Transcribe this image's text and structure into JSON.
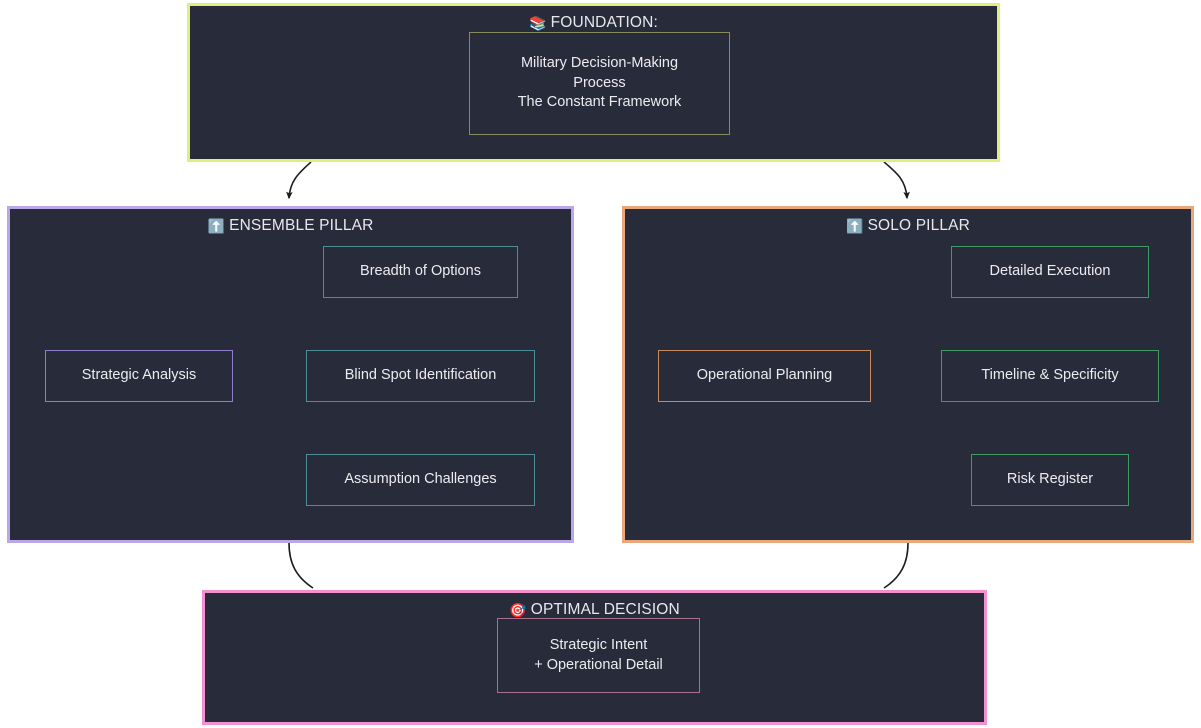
{
  "diagram": {
    "title_hidden": "",
    "background": "#ffffff",
    "node_fill": "#282b3a",
    "clusters": [
      {
        "id": "foundation",
        "icon": "books-icon",
        "icon_glyph": "📚",
        "label": "FOUNDATION:",
        "border_color": "#dcf07e",
        "node": {
          "id": "foundation-node",
          "border_color": "#878a5c",
          "lines": [
            "Military Decision-Making",
            "Process",
            "The Constant Framework"
          ]
        }
      },
      {
        "id": "ensemble",
        "icon": "up-arrow-icon",
        "icon_glyph": "⬆️",
        "label": "ENSEMBLE PILLAR",
        "border_color": "#b9a7e8",
        "nodes": [
          {
            "id": "strategic-analysis",
            "label": "Strategic Analysis",
            "border_color": "#8d7fc9"
          },
          {
            "id": "breadth-of-options",
            "label": "Breadth of Options",
            "border_color": "#4d8d97"
          },
          {
            "id": "blind-spot-identification",
            "label": "Blind Spot Identification",
            "border_color": "#4d8d97"
          },
          {
            "id": "assumption-challenges",
            "label": "Assumption Challenges",
            "border_color": "#4d8d97"
          }
        ]
      },
      {
        "id": "solo",
        "icon": "up-arrow-icon",
        "icon_glyph": "⬆️",
        "label": "SOLO PILLAR",
        "border_color": "#e8a87c",
        "nodes": [
          {
            "id": "operational-planning",
            "label": "Operational Planning",
            "border_color": "#c98a5e"
          },
          {
            "id": "detailed-execution",
            "label": "Detailed Execution",
            "border_color": "#3f9a64"
          },
          {
            "id": "timeline-specificity",
            "label": "Timeline & Specificity",
            "border_color": "#3f9a64"
          },
          {
            "id": "risk-register",
            "label": "Risk Register",
            "border_color": "#3f9a64"
          }
        ]
      },
      {
        "id": "optimal",
        "icon": "target-icon",
        "icon_glyph": "🎯",
        "label": "OPTIMAL DECISION",
        "border_color": "#f490d0",
        "node": {
          "id": "optimal-node",
          "border_color": "#a8718f",
          "lines": [
            "Strategic Intent",
            "+ Operational Detail"
          ]
        }
      }
    ],
    "edges": [
      {
        "from": "foundation",
        "to": "ensemble",
        "arrow": true
      },
      {
        "from": "foundation",
        "to": "solo",
        "arrow": true
      },
      {
        "from": "ensemble",
        "to": "optimal",
        "arrow": false
      },
      {
        "from": "solo",
        "to": "optimal",
        "arrow": false
      }
    ]
  }
}
